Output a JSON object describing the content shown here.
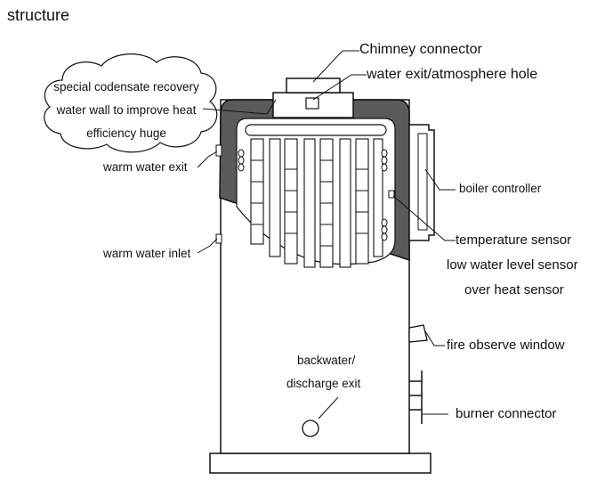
{
  "title": "structure",
  "labels": {
    "chimney": "Chimney connector",
    "water_exit": "water exit/atmosphere hole",
    "condensate_1": "special codensate recovery",
    "condensate_2": "water wall to improve heat",
    "condensate_3": "efficiency huge",
    "warm_exit": "warm water exit",
    "boiler_controller": "boiler controller",
    "temp_sensor": "temperature sensor",
    "low_water": "low water level sensor",
    "over_heat": "over heat sensor",
    "warm_inlet": "warm water inlet",
    "fire_window": "fire observe window",
    "backwater_1": "backwater/",
    "backwater_2": "discharge exit",
    "burner": "burner connector"
  },
  "colors": {
    "line": "#111111",
    "wall": "#5a5a5a",
    "fill": "#ffffff"
  }
}
